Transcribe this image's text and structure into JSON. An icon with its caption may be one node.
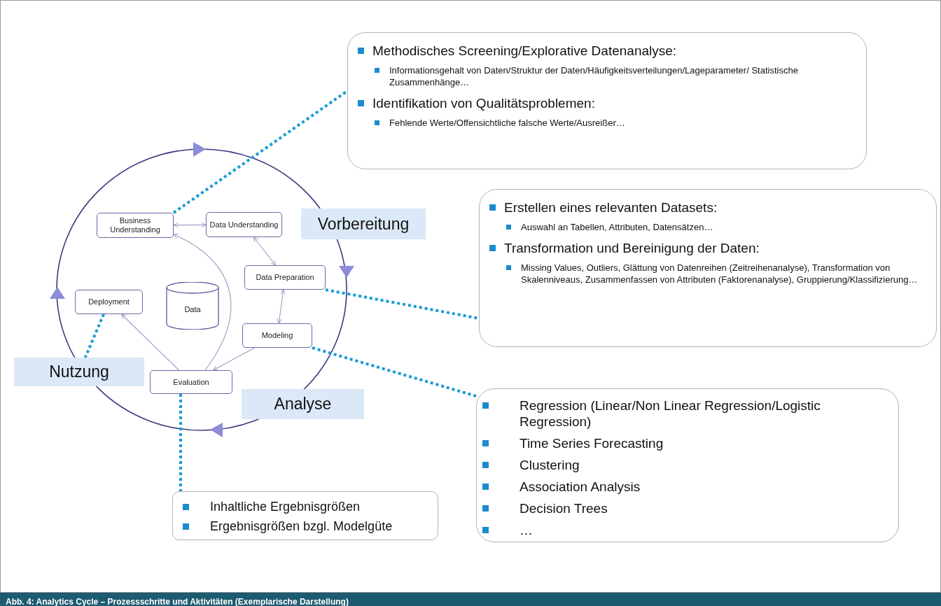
{
  "diagram": {
    "caption": "Abb. 4: Analytics Cycle – Prozessschritte und Aktivitäten (Exemplarische Darstellung)",
    "nodes": [
      {
        "text": [
          "Business Understanding"
        ]
      },
      {
        "text": [
          "Data Understanding"
        ]
      },
      {
        "text": [
          "Data Preparation"
        ]
      },
      {
        "text": [
          "Modeling"
        ]
      },
      {
        "text": [
          "Evaluation"
        ]
      },
      {
        "text": [
          "Deployment"
        ]
      },
      {
        "text": [
          "Data"
        ]
      },
      {
        "text": [
          "Vorbereitung"
        ]
      },
      {
        "text": [
          "Nutzung"
        ]
      },
      {
        "text": [
          "Analyse"
        ]
      },
      {
        "text": [
          "Methodisches Screening/Explorative Datenanalyse:",
          "Informationsgehalt von Daten/Struktur der Daten/Häufigkeitsverteilungen/Lageparameter/ Statistische Zusammenhänge…",
          "Identifikation von Qualitätsproblemen:",
          "Fehlende Werte/Offensichtliche falsche Werte/Ausreißer…"
        ]
      },
      {
        "text": [
          "Erstellen eines relevanten Datasets:",
          "Auswahl an Tabellen, Attributen, Datensätzen…",
          "Transformation und Bereinigung der Daten:",
          "Missing Values, Outliers, Glättung von Datenreihen (Zeitreihenanalyse), Transformation von Skalenniveaus, Zusammenfassen von Attributen (Faktorenanalyse), Gruppierung/Klassifizierung…"
        ]
      },
      {
        "text": [
          "Regression (Linear/Non Linear Regression/Logistic Regression)",
          "Time Series Forecasting",
          "Clustering",
          "Association Analysis",
          "Decision Trees",
          "…"
        ]
      },
      {
        "text": [
          "Inhaltliche Ergebnisgrößen",
          "Ergebnisgrößen bzgl. Modelgüte"
        ]
      }
    ],
    "edges": [
      {
        "from": 0,
        "to": 1,
        "arrow": "both"
      },
      {
        "from": 1,
        "to": 2,
        "arrow": "both"
      },
      {
        "from": 2,
        "to": 3,
        "arrow": "both"
      },
      {
        "from": 3,
        "to": 4,
        "arrow": "to"
      },
      {
        "from": 4,
        "to": 5,
        "arrow": "to"
      },
      {
        "from": 4,
        "to": 0,
        "arrow": "to"
      },
      {
        "from": 0,
        "to": 10,
        "arrow": "none",
        "style": "dashed",
        "color": "#1a9ad6"
      },
      {
        "from": 2,
        "to": 11,
        "arrow": "none",
        "style": "dashed",
        "color": "#1a9ad6"
      },
      {
        "from": 3,
        "to": 12,
        "arrow": "none",
        "style": "dashed",
        "color": "#1a9ad6"
      },
      {
        "from": 5,
        "to": 8,
        "arrow": "none",
        "style": "dashed",
        "color": "#1a9ad6"
      },
      {
        "from": 4,
        "to": 13,
        "arrow": "none",
        "style": "dashed",
        "color": "#1a9ad6"
      }
    ]
  }
}
